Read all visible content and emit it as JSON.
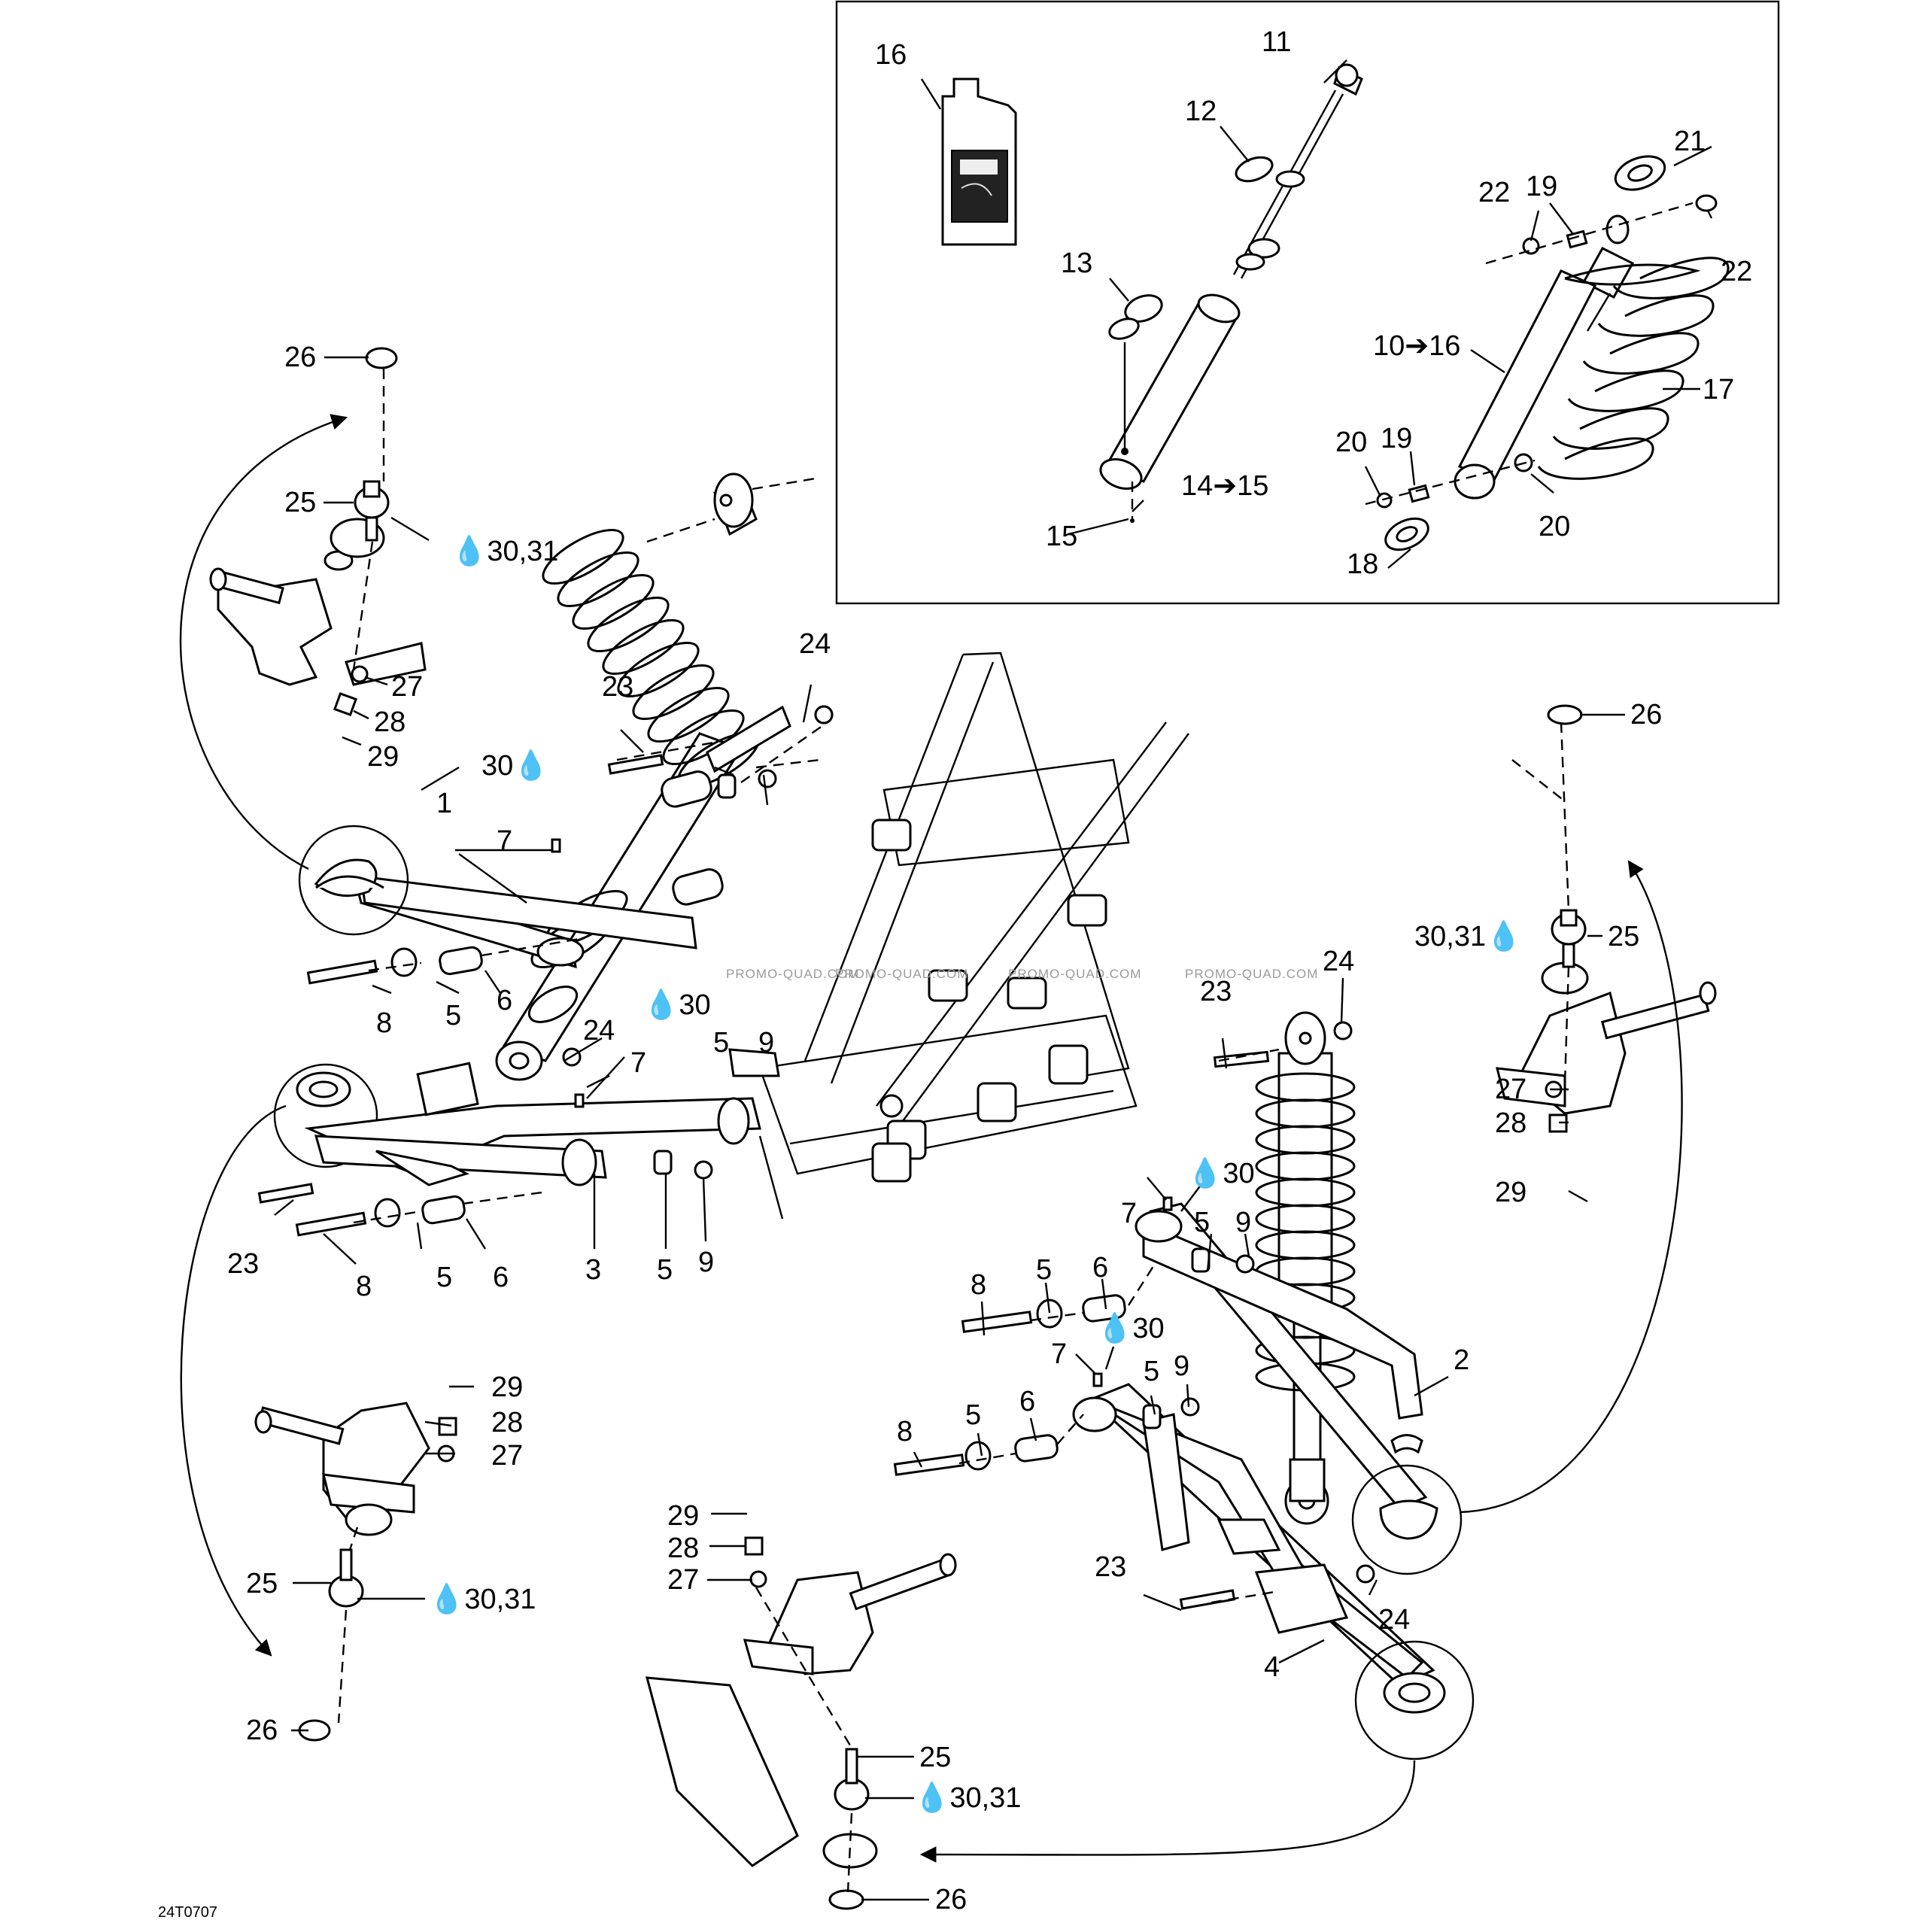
{
  "diagram_id": "24T0707",
  "watermark": "PROMO-QUAD.COM",
  "lubricant_labels": {
    "l30_31_a": "30,31",
    "l30_31_b": "30,31",
    "l30_31_c": "30,31",
    "l30_31_d": "30,31",
    "l30_a": "30",
    "l30_b": "30",
    "l30_c": "30",
    "l30_d": "30"
  },
  "callouts": {
    "c1": "1",
    "c2": "2",
    "c3": "3",
    "c4": "4",
    "c5a": "5",
    "c5b": "5",
    "c5c": "5",
    "c5d": "5",
    "c5e": "5",
    "c5f": "5",
    "c5g": "5",
    "c5h": "5",
    "c6a": "6",
    "c6b": "6",
    "c6c": "6",
    "c6d": "6",
    "c7a": "7",
    "c7b": "7",
    "c7c": "7",
    "c7d": "7",
    "c8a": "8",
    "c8b": "8",
    "c8c": "8",
    "c8d": "8",
    "c9a": "9",
    "c9b": "9",
    "c9c": "9",
    "c9d": "9",
    "c10_16": "10➔16",
    "c11": "11",
    "c12": "12",
    "c13": "13",
    "c14_15": "14➔15",
    "c15": "15",
    "c16": "16",
    "c17": "17",
    "c18": "18",
    "c19a": "19",
    "c19b": "19",
    "c20a": "20",
    "c20b": "20",
    "c21": "21",
    "c22a": "22",
    "c22b": "22",
    "c23a": "23",
    "c23b": "23",
    "c23c": "23",
    "c23d": "23",
    "c24a": "24",
    "c24b": "24",
    "c24c": "24",
    "c24d": "24",
    "c25a": "25",
    "c25b": "25",
    "c25c": "25",
    "c25d": "25",
    "c26a": "26",
    "c26b": "26",
    "c26c": "26",
    "c26d": "26",
    "c27a": "27",
    "c27b": "27",
    "c27c": "27",
    "c27d": "27",
    "c28a": "28",
    "c28b": "28",
    "c28c": "28",
    "c28d": "28",
    "c29a": "29",
    "c29b": "29",
    "c29c": "29",
    "c29d": "29"
  }
}
